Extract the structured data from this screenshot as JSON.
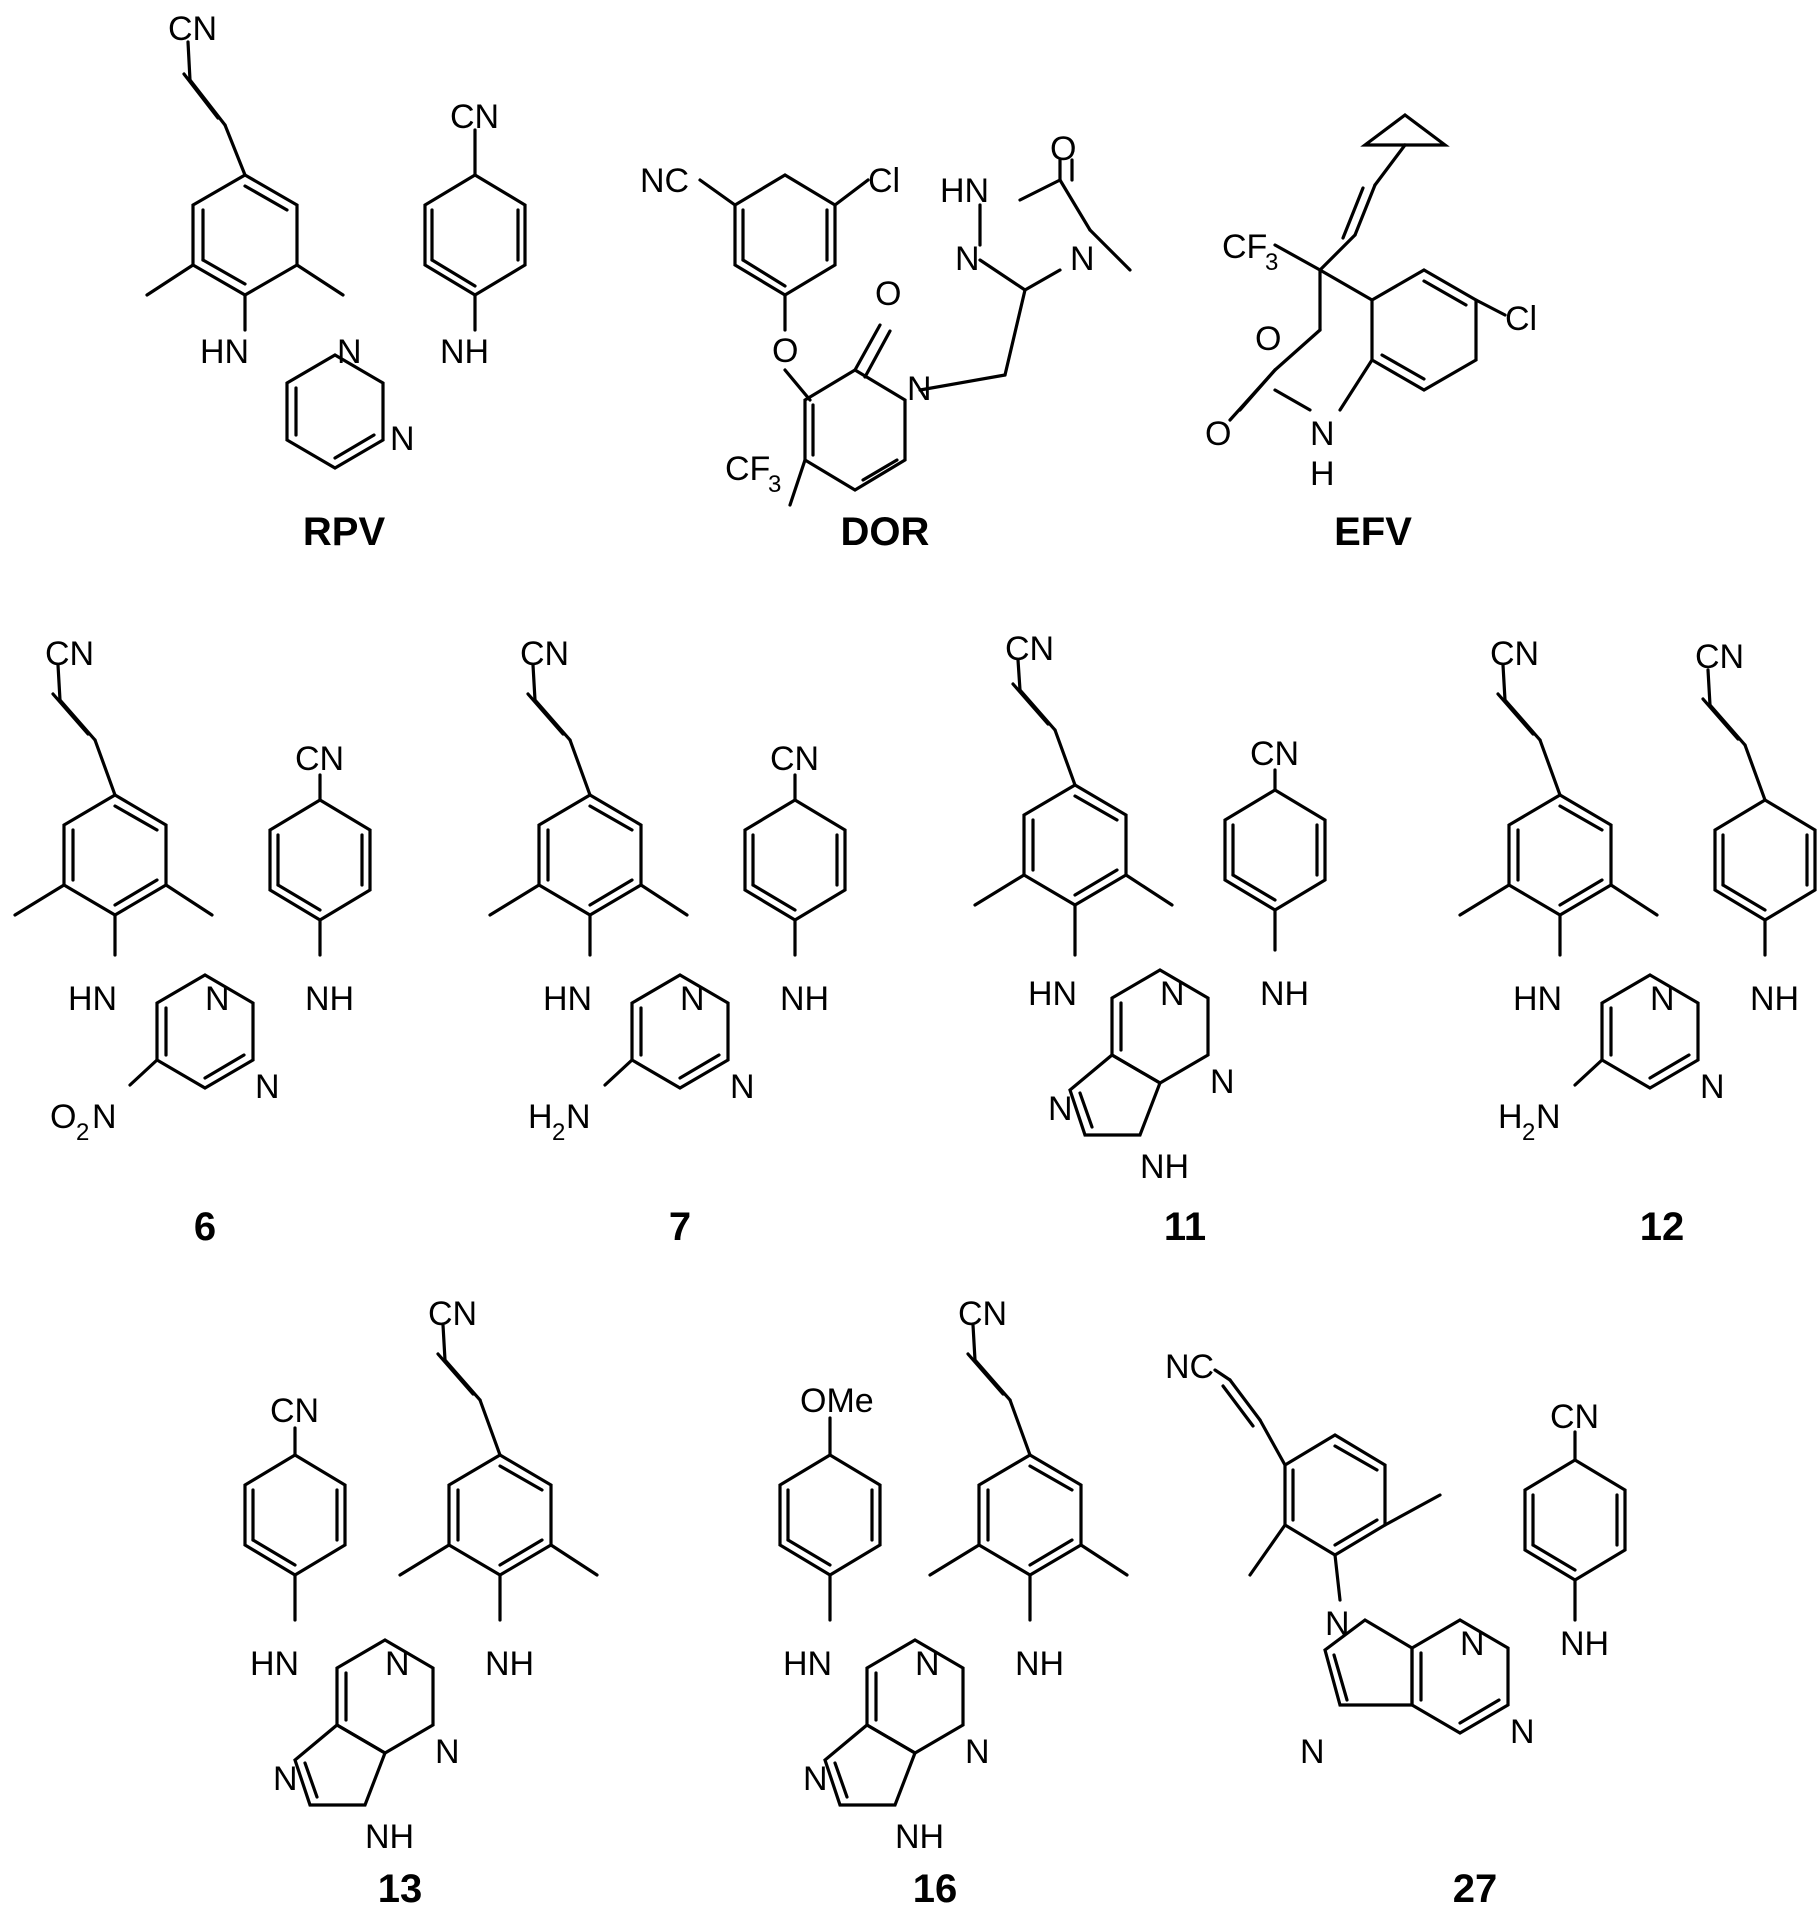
{
  "structures": [
    {
      "name": "RPV",
      "atoms": [
        "CN",
        "CN",
        "HN",
        "N",
        "NH",
        "N"
      ]
    },
    {
      "name": "DOR",
      "atoms": [
        "NC",
        "Cl",
        "HN",
        "O",
        "N",
        "N",
        "O",
        "O",
        "N",
        "CF",
        "3"
      ]
    },
    {
      "name": "EFV",
      "atoms": [
        "CF",
        "3",
        "Cl",
        "O",
        "O",
        "N",
        "H"
      ]
    },
    {
      "name": "6",
      "atoms": [
        "CN",
        "CN",
        "HN",
        "N",
        "NH",
        "N",
        "O",
        "2",
        "N"
      ]
    },
    {
      "name": "7",
      "atoms": [
        "CN",
        "CN",
        "HN",
        "N",
        "NH",
        "N",
        "H",
        "2",
        "N"
      ]
    },
    {
      "name": "11",
      "atoms": [
        "CN",
        "CN",
        "HN",
        "N",
        "NH",
        "N",
        "N",
        "NH"
      ]
    },
    {
      "name": "12",
      "atoms": [
        "CN",
        "CN",
        "HN",
        "N",
        "NH",
        "N",
        "H",
        "2",
        "N"
      ]
    },
    {
      "name": "13",
      "atoms": [
        "CN",
        "CN",
        "HN",
        "N",
        "NH",
        "N",
        "N",
        "NH"
      ]
    },
    {
      "name": "16",
      "atoms": [
        "OMe",
        "CN",
        "HN",
        "N",
        "NH",
        "N",
        "N",
        "NH"
      ]
    },
    {
      "name": "27",
      "atoms": [
        "NC",
        "CN",
        "N",
        "N",
        "NH",
        "N",
        "N"
      ]
    }
  ]
}
